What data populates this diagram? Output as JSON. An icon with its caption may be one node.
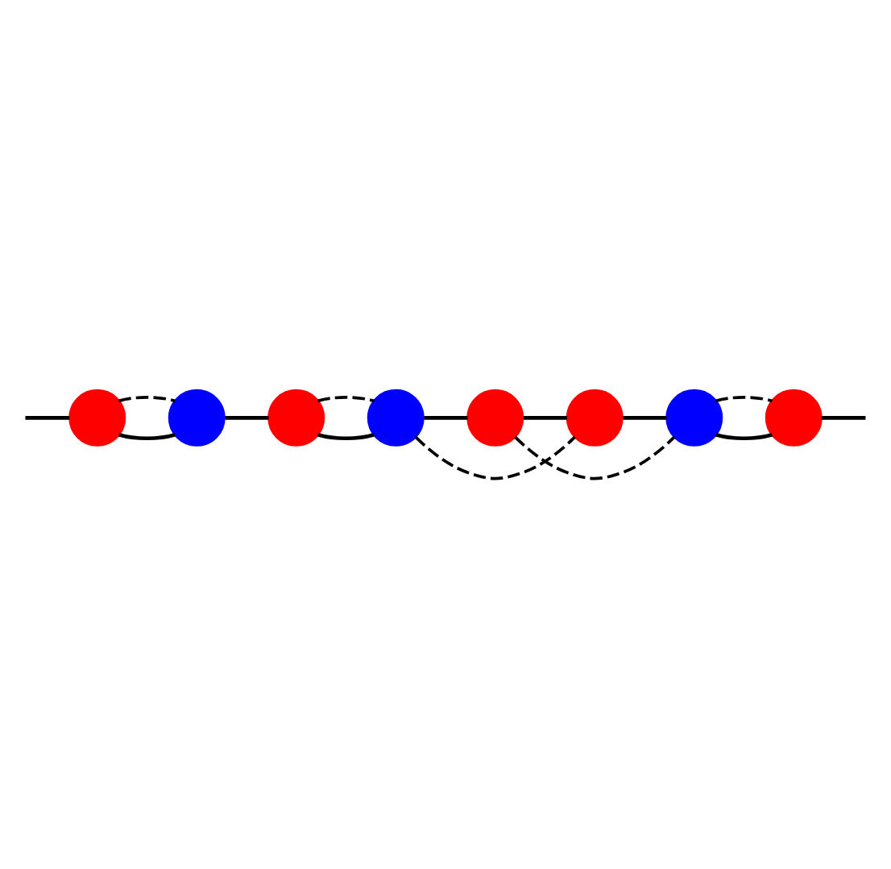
{
  "diagram": {
    "nodes": [
      {
        "text": [],
        "shape": "circle"
      },
      {
        "text": [],
        "shape": "circle"
      },
      {
        "text": [],
        "shape": "circle"
      },
      {
        "text": [],
        "shape": "circle"
      },
      {
        "text": [],
        "shape": "circle"
      },
      {
        "text": [],
        "shape": "circle"
      },
      {
        "text": [],
        "shape": "circle"
      },
      {
        "text": [],
        "shape": "circle"
      }
    ],
    "edges": [
      {
        "from": null,
        "to": 0,
        "arrow": "none"
      },
      {
        "from": 0,
        "to": 1,
        "arrow": "none"
      },
      {
        "from": 1,
        "to": 2,
        "arrow": "none"
      },
      {
        "from": 2,
        "to": 3,
        "arrow": "none"
      },
      {
        "from": 3,
        "to": 4,
        "arrow": "none"
      },
      {
        "from": 4,
        "to": 5,
        "arrow": "none"
      },
      {
        "from": 5,
        "to": 6,
        "arrow": "none"
      },
      {
        "from": 6,
        "to": 7,
        "arrow": "none"
      },
      {
        "from": 7,
        "to": null,
        "arrow": "none"
      },
      {
        "from": 0,
        "to": 1,
        "arrow": "none",
        "style": "dashed"
      },
      {
        "from": 2,
        "to": 3,
        "arrow": "none",
        "style": "dashed"
      },
      {
        "from": 3,
        "to": 5,
        "arrow": "none",
        "style": "dashed"
      },
      {
        "from": 4,
        "to": 6,
        "arrow": "none",
        "style": "dashed"
      },
      {
        "from": 6,
        "to": 7,
        "arrow": "none",
        "style": "dashed"
      }
    ]
  }
}
